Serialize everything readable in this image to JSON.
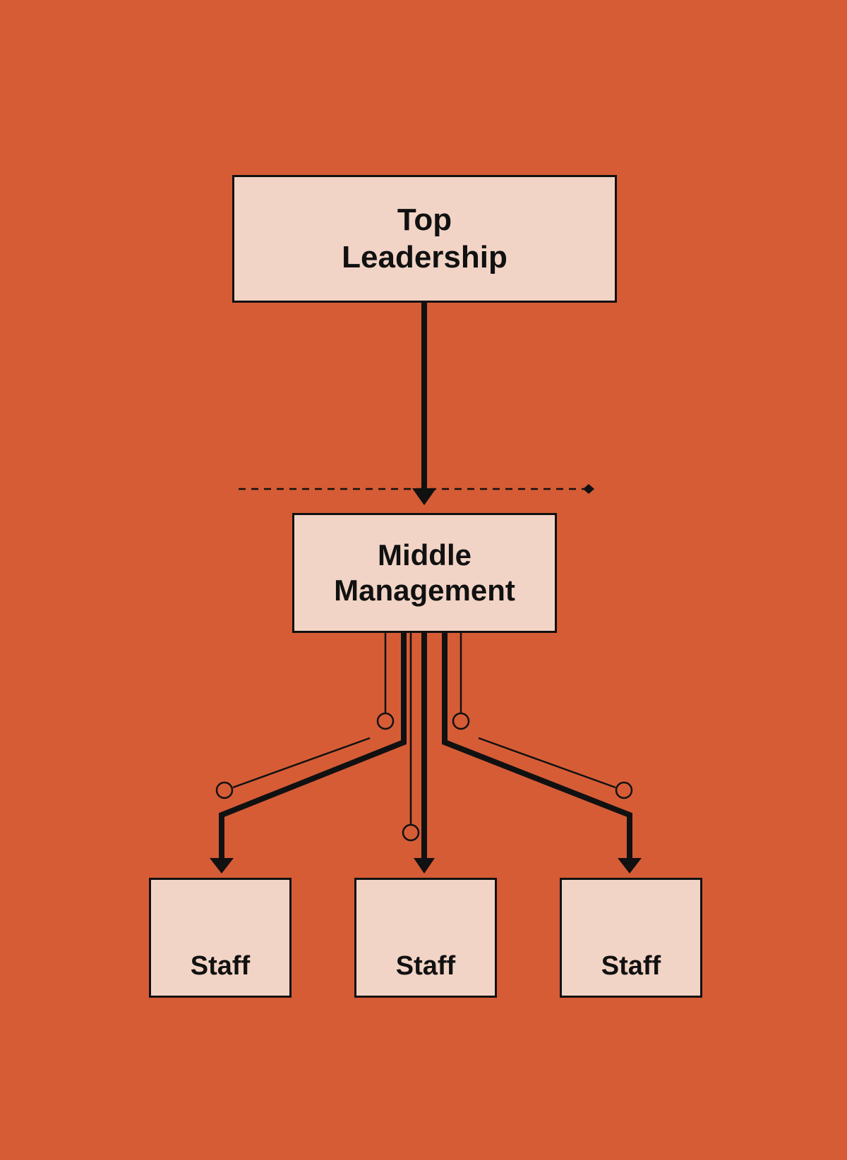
{
  "diagram": {
    "type": "org-chart",
    "background_color": "#d65c36",
    "node_fill": "#f2d4c6",
    "stroke_color": "#111111",
    "nodes": {
      "top": {
        "line1": "Top",
        "line2": "Leadership"
      },
      "middle": {
        "line1": "Middle",
        "line2": "Management"
      },
      "staff": [
        {
          "label": "Staff"
        },
        {
          "label": "Staff"
        },
        {
          "label": "Staff"
        }
      ]
    },
    "edges": [
      {
        "from": "Top Leadership",
        "to": "Middle Management",
        "style": "solid-arrow"
      },
      {
        "from": "Middle Management",
        "to": "Staff 1",
        "style": "solid-arrow"
      },
      {
        "from": "Middle Management",
        "to": "Staff 2",
        "style": "solid-arrow"
      },
      {
        "from": "Middle Management",
        "to": "Staff 3",
        "style": "solid-arrow"
      }
    ],
    "annotations": {
      "divider": "dashed horizontal line ending in diamond marker",
      "feedback_lines": "thin lines with hollow circle terminals"
    }
  }
}
